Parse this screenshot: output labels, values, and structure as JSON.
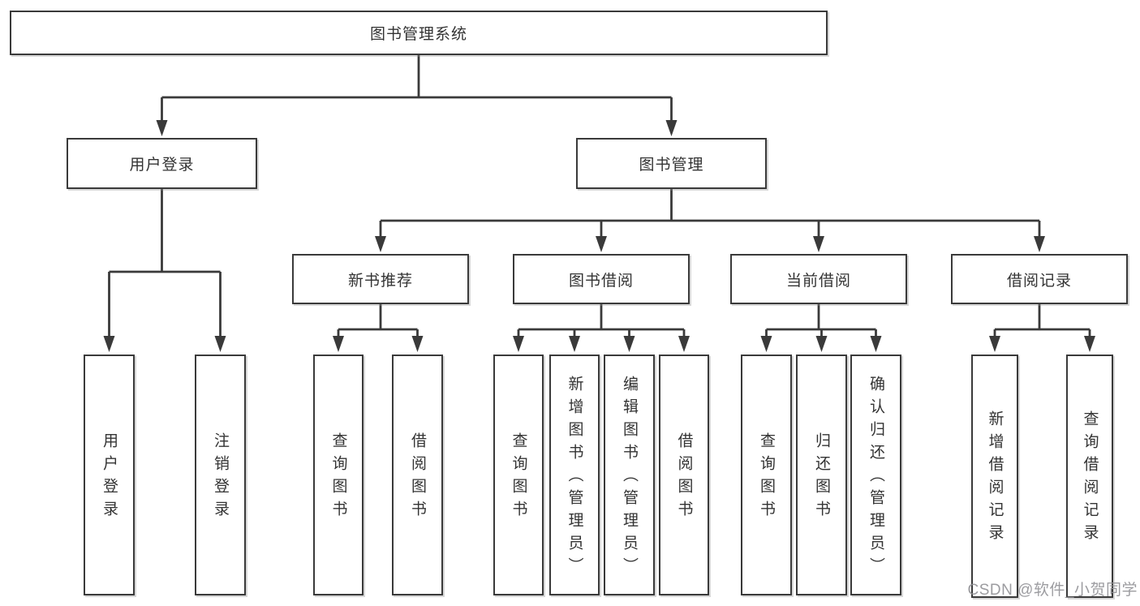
{
  "diagram": {
    "root": {
      "label": "图书管理系统"
    },
    "level2": [
      {
        "label": "用户登录"
      },
      {
        "label": "图书管理"
      }
    ],
    "level3": [
      {
        "label": "新书推荐",
        "parent": "图书管理"
      },
      {
        "label": "图书借阅",
        "parent": "图书管理"
      },
      {
        "label": "当前借阅",
        "parent": "图书管理"
      },
      {
        "label": "借阅记录",
        "parent": "图书管理"
      }
    ],
    "leaves": [
      {
        "label": "用户登录",
        "parent": "用户登录"
      },
      {
        "label": "注销登录",
        "parent": "用户登录"
      },
      {
        "label": "查询图书",
        "parent": "新书推荐"
      },
      {
        "label": "借阅图书",
        "parent": "新书推荐"
      },
      {
        "label": "查询图书",
        "parent": "图书借阅"
      },
      {
        "label": "新增图书（管理员）",
        "parent": "图书借阅"
      },
      {
        "label": "编辑图书（管理员）",
        "parent": "图书借阅"
      },
      {
        "label": "借阅图书",
        "parent": "图书借阅"
      },
      {
        "label": "查询图书",
        "parent": "当前借阅"
      },
      {
        "label": "归还图书",
        "parent": "当前借阅"
      },
      {
        "label": "确认归还（管理员）",
        "parent": "当前借阅"
      },
      {
        "label": "新增借阅记录",
        "parent": "借阅记录"
      },
      {
        "label": "查询借阅记录",
        "parent": "借阅记录"
      }
    ],
    "colors": {
      "line": "#3a3a3a",
      "text": "#333333",
      "background": "#ffffff",
      "watermark": "#91969a"
    }
  },
  "watermark": {
    "text": "CSDN @软件_小贺同学"
  }
}
